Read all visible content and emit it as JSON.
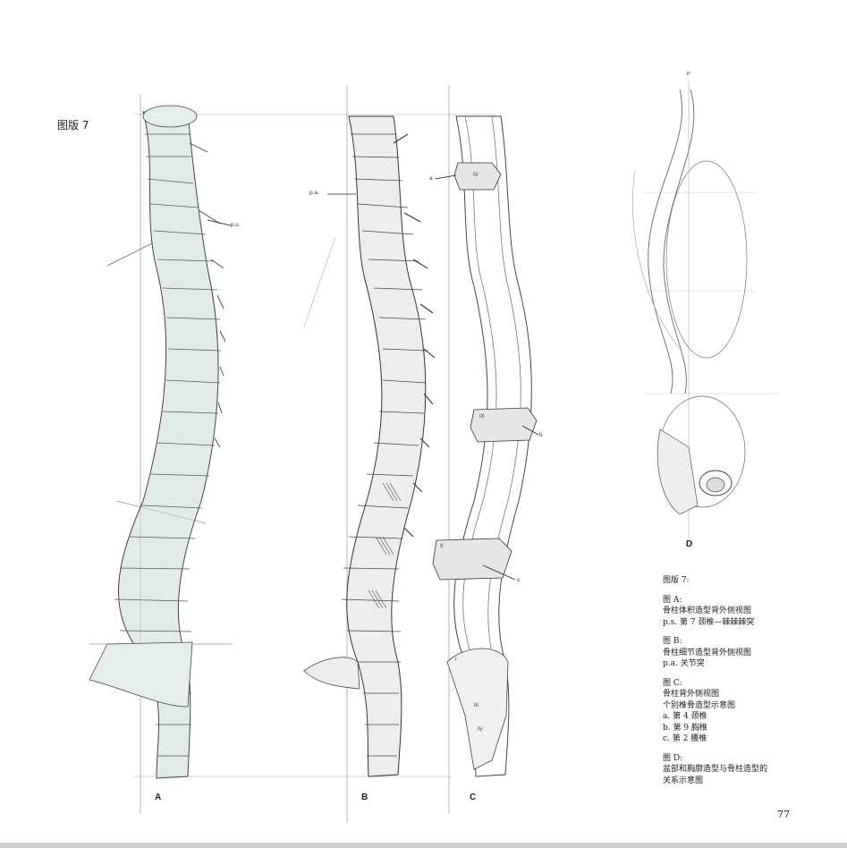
{
  "plate_title": "图版 7",
  "figures": {
    "a_label": "A",
    "b_label": "B",
    "c_label": "C",
    "d_label": "D"
  },
  "annotations": {
    "ps": "p.s.",
    "pa": "p.a.",
    "a": "a",
    "b": "b",
    "c": "c",
    "p": "P",
    "roman_iv": "IV",
    "roman_ix": "IX",
    "roman_ii": "II",
    "roman_i": "I",
    "roman_iii": "III",
    "roman_iv_sacrum": "IV"
  },
  "caption": {
    "heading": "图版 7:",
    "a_title": "图 A:",
    "a_line1": "骨柱体积造型背外侧视图",
    "a_line2": "p.s. 第 7 颈椎—棘棘棘突",
    "b_title": "图 B:",
    "b_line1": "骨柱细节造型背外侧视图",
    "b_line2": "p.a. 关节突",
    "c_title": "图 C:",
    "c_line1": "骨柱背外侧视图",
    "c_line2": "个别椎骨造型示意图",
    "c_line3": "a. 第 4 颈椎",
    "c_line4": "b. 第 9 胸椎",
    "c_line5": "c. 第 2 腰椎",
    "d_title": "图 D:",
    "d_line1": "盆部和胸廓造型与骨柱造型的",
    "d_line2": "关系示意图"
  },
  "page_number": "77",
  "colors": {
    "ink": "#222222",
    "pencil": "#555555",
    "light_pencil": "#9a9a9a",
    "tint": "#c9dcd3"
  }
}
